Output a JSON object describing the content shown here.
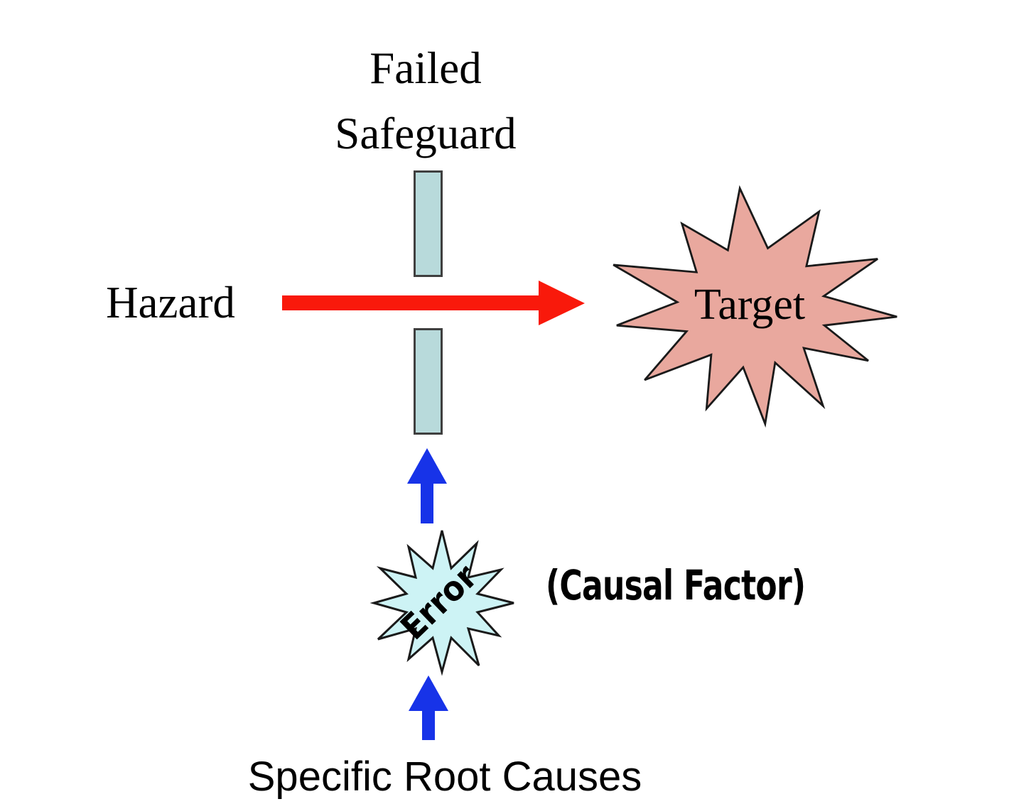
{
  "labels": {
    "failed_safeguard_line1": "Failed",
    "failed_safeguard_line2": "Safeguard",
    "hazard": "Hazard",
    "target": "Target",
    "error": "Error",
    "causal_factor": "(Causal Factor)",
    "specific_root_causes": "Specific Root Causes"
  },
  "colors": {
    "background": "#ffffff",
    "text": "#000000",
    "hazard_arrow_red": "#f9190b",
    "cause_arrow_blue": "#1733e8",
    "barrier_fill": "#b8dadb",
    "barrier_border": "#3f3f3f",
    "target_burst_fill": "#e9a89e",
    "error_burst_fill": "#cdf3f5",
    "burst_outline": "#1a1a1a"
  }
}
